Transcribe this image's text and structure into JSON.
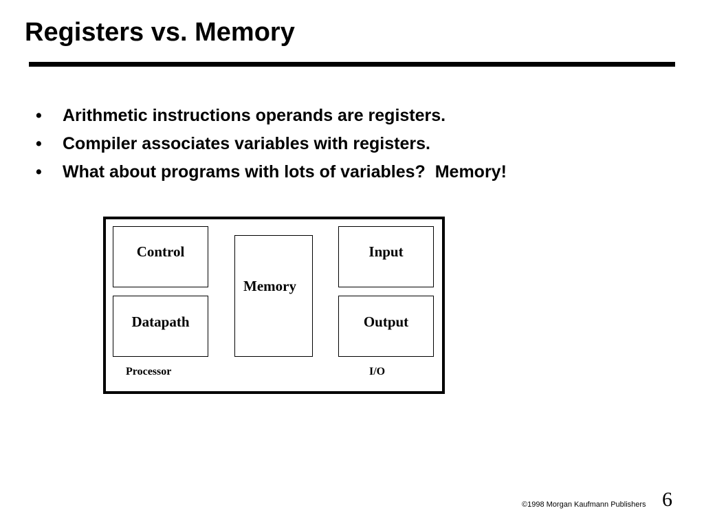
{
  "slide": {
    "title": "Registers vs. Memory",
    "bullet_symbol": "•",
    "bullets": [
      "Arithmetic instructions operands are registers.",
      "Compiler associates variables with registers.",
      "What about programs with lots of variables?  Memory!"
    ]
  },
  "diagram": {
    "boxes": {
      "control": "Control",
      "datapath": "Datapath",
      "memory": "Memory",
      "input": "Input",
      "output": "Output"
    },
    "captions": {
      "processor": "Processor",
      "io": "I/O"
    }
  },
  "footer": {
    "copyright_symbol": "©",
    "copyright_text": "1998 Morgan Kaufmann Publishers",
    "page_number": "6"
  }
}
